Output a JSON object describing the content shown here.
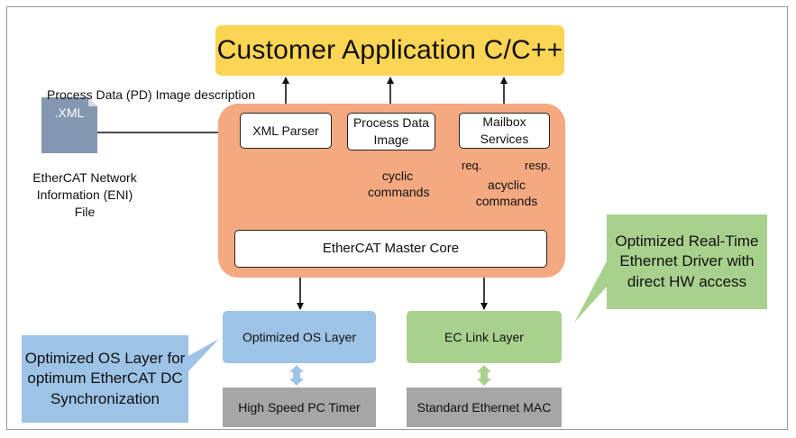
{
  "application": {
    "title": "Customer Application C/C++"
  },
  "input_file": {
    "description": "Process Data (PD) Image description",
    "file_label": ".XML",
    "eni_label": "EtherCAT Network Information (ENI) File"
  },
  "core": {
    "xml_parser": "XML Parser",
    "process_data_image": "Process Data Image",
    "mailbox_services": "Mailbox Services",
    "cyclic_commands": "cyclic commands",
    "req": "req.",
    "resp": "resp.",
    "acyclic_commands": "acyclic commands",
    "master_core": "EtherCAT Master Core"
  },
  "layers": {
    "os_layer": "Optimized OS Layer",
    "link_layer": "EC Link Layer",
    "timer": "High Speed PC Timer",
    "mac": "Standard Ethernet MAC"
  },
  "callouts": {
    "os_callout": "Optimized OS Layer for optimum EtherCAT DC Synchronization",
    "driver_callout": "Optimized Real-Time Ethernet Driver with direct HW access"
  },
  "colors": {
    "application": "#fbd553",
    "core_region": "#f4a980",
    "os_layer": "#9dc3e6",
    "link_layer": "#a9d18e",
    "grey": "#a6a6a6",
    "xml_file": "#8497b0",
    "blue_arrow": "#9dc3e6",
    "green_arrow": "#a9d18e"
  }
}
